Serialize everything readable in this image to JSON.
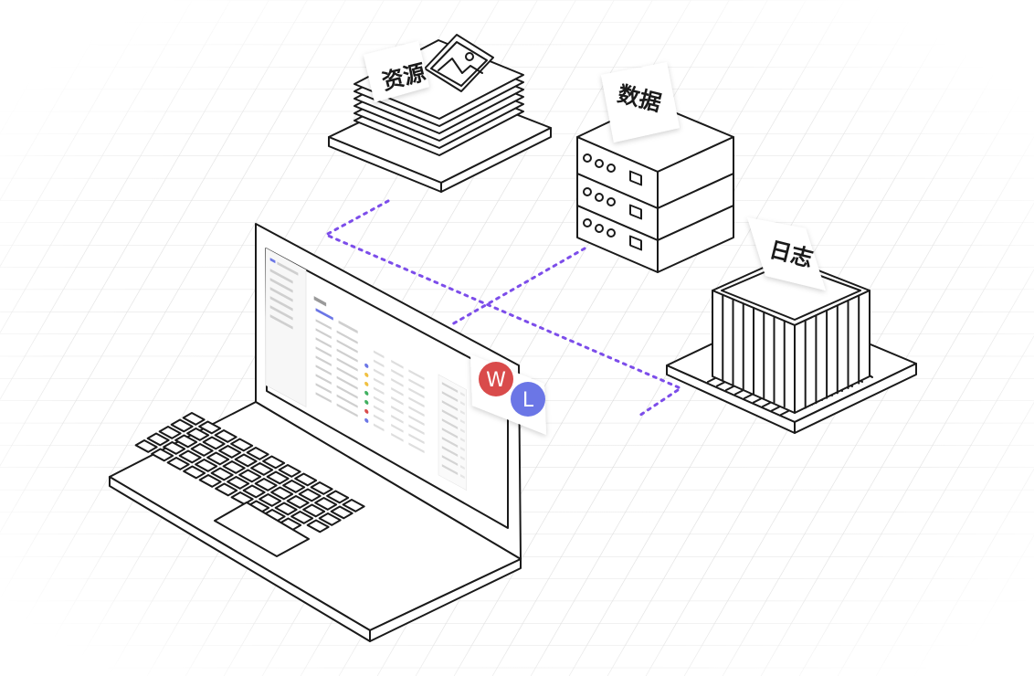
{
  "labels": {
    "resources": "资源",
    "data": "数据",
    "logs": "日志"
  },
  "avatars": [
    {
      "letter": "W",
      "color": "#d94b4b"
    },
    {
      "letter": "L",
      "color": "#6b76e6"
    }
  ],
  "connector_color": "#7c4dea"
}
